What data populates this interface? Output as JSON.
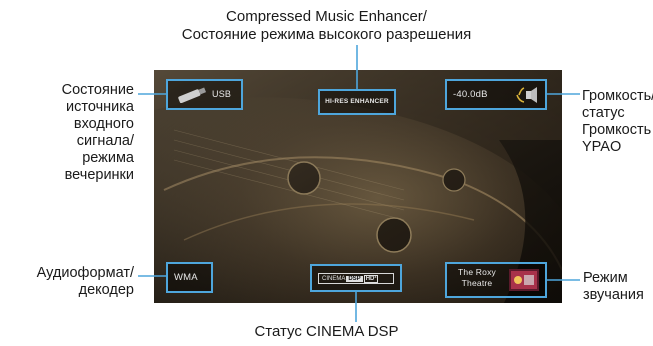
{
  "callouts": {
    "top": {
      "line1": "Compressed Music Enhancer/",
      "line2": "Состояние режима высокого разрешения"
    },
    "input_source": {
      "lines": [
        "Состояние",
        "источника",
        "входного",
        "сигнала/",
        "режима",
        "вечеринки"
      ]
    },
    "audio_format": {
      "lines": [
        "Аудиоформат/",
        "декодер"
      ]
    },
    "volume": {
      "lines": [
        "Громкость/",
        "статус",
        "Громкость",
        "YPAO"
      ]
    },
    "sound_mode": {
      "lines": [
        "Режим",
        "звучания"
      ]
    },
    "bottom": {
      "text": "Статус CINEMA DSP"
    }
  },
  "screen": {
    "source": {
      "text": "USB",
      "icon": "usb-stick-icon"
    },
    "hires": {
      "text": "HI-RES ENHANCER"
    },
    "volume": {
      "text": "-40.0dB",
      "icon": "ypao-speaker-icon"
    },
    "format": {
      "text": "WMA"
    },
    "cinema_dsp": {
      "left": "CINEMA",
      "mid": "DSP",
      "right": "HD³"
    },
    "sound_program": {
      "line1": "The Roxy",
      "line2": "Theatre",
      "icon": "roxy-theatre-icon"
    }
  },
  "colors": {
    "accent": "#4ea6dc",
    "text": "#1a1a1a"
  }
}
